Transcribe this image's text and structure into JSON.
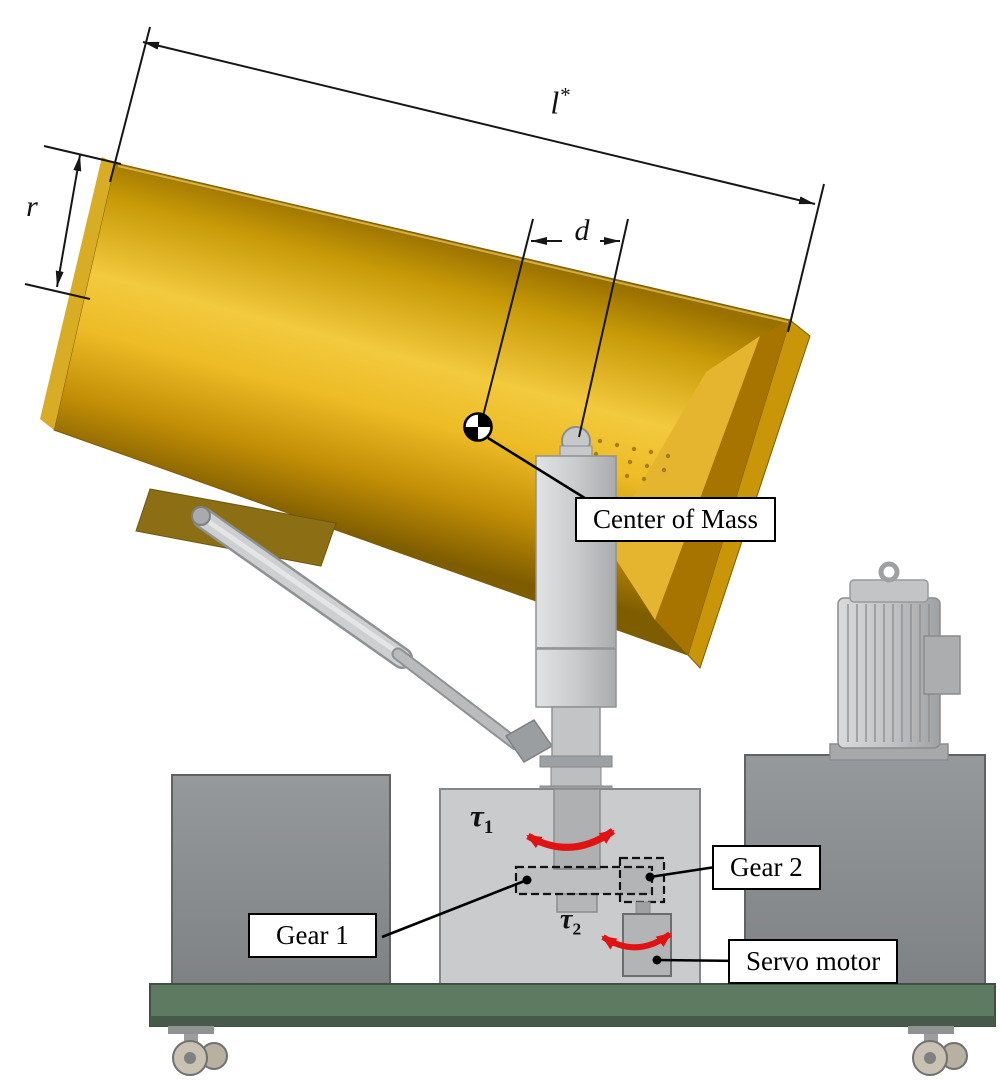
{
  "figure": {
    "dimensions": {
      "length": {
        "symbol": "l",
        "sup": "*"
      },
      "radius": {
        "symbol": "r"
      },
      "offset": {
        "symbol": "d"
      }
    },
    "torques": {
      "tau1": {
        "symbol": "τ",
        "sub": "1"
      },
      "tau2": {
        "symbol": "τ",
        "sub": "2"
      }
    },
    "callouts": {
      "center_of_mass": "Center of Mass",
      "gear1": "Gear 1",
      "gear2": "Gear 2",
      "servo_motor": "Servo motor"
    },
    "colors": {
      "cylinder_gold": "#E2A812",
      "cylinder_highlight": "#F3C93E",
      "cylinder_shadow": "#8F6700",
      "panel_olive": "#8C6F15",
      "metal_light": "#D4D6D8",
      "metal_mid": "#AEB0B2",
      "block_gray": "#8A8D90",
      "base_green": "#5E7B61",
      "torque_red": "#E11212",
      "line_black": "#161616"
    }
  }
}
